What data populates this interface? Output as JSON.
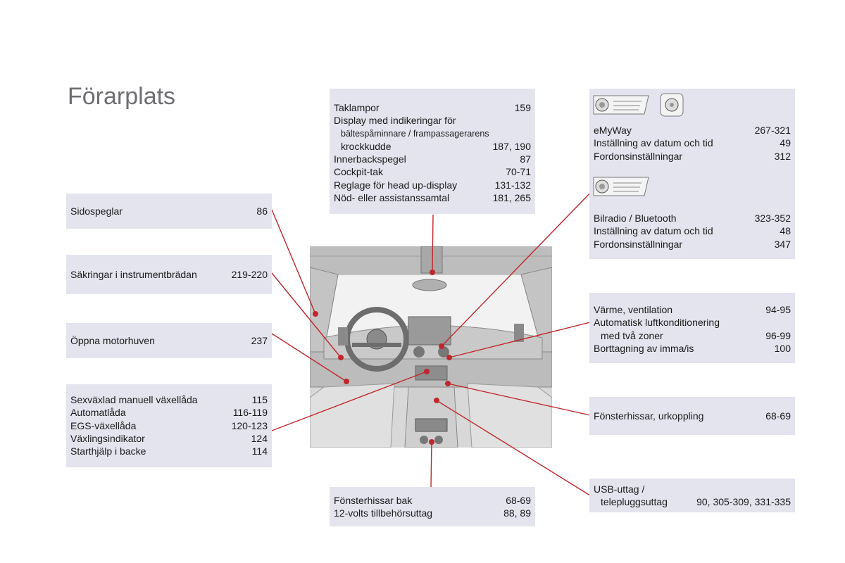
{
  "page": {
    "title": "Förarplats"
  },
  "boxes": {
    "top_center": [
      {
        "label": "Taklampor",
        "page": "159"
      },
      {
        "label": "Display med indikeringar för",
        "page": ""
      },
      {
        "label": "bältespåminnare / frampassagerarens",
        "page": ""
      },
      {
        "label": "krockkudde",
        "page": "187, 190"
      },
      {
        "label": "Innerbackspegel",
        "page": "87"
      },
      {
        "label": "Cockpit-tak",
        "page": "70-71"
      },
      {
        "label": "Reglage för head up-display",
        "page": "131-132"
      },
      {
        "label": "Nöd- eller assistanssamtal",
        "page": "181, 265"
      }
    ],
    "sidospeglar": {
      "label": "Sidospeglar",
      "page": "86"
    },
    "sakringar": {
      "label": "Säkringar i instrumentbrädan",
      "page": "219-220"
    },
    "motorhuven": {
      "label": "Öppna motorhuven",
      "page": "237"
    },
    "vaxellada": [
      {
        "label": "Sexväxlad manuell växellåda",
        "page": "115"
      },
      {
        "label": "Automatlåda",
        "page": "116-119"
      },
      {
        "label": "EGS-växellåda",
        "page": "120-123"
      },
      {
        "label": "Växlingsindikator",
        "page": "124"
      },
      {
        "label": "Starthjälp i backe",
        "page": "114"
      }
    ],
    "bottom_center": [
      {
        "label": "Fönsterhissar bak",
        "page": "68-69"
      },
      {
        "label": "12-volts tillbehörsuttag",
        "page": "88, 89"
      }
    ],
    "emyway": [
      {
        "label": "eMyWay",
        "page": "267-321"
      },
      {
        "label": "Inställning av datum och tid",
        "page": "49"
      },
      {
        "label": "Fordonsinställningar",
        "page": "312"
      }
    ],
    "bilradio": [
      {
        "label": "Bilradio / Bluetooth",
        "page": "323-352"
      },
      {
        "label": "Inställning av datum och tid",
        "page": "48"
      },
      {
        "label": "Fordonsinställningar",
        "page": "347"
      }
    ],
    "varme": [
      {
        "label": "Värme, ventilation",
        "page": "94-95"
      },
      {
        "label": "Automatisk luftkonditionering",
        "page": ""
      },
      {
        "label": "med två zoner",
        "page": "96-99"
      },
      {
        "label": "Borttagning av imma/is",
        "page": "100"
      }
    ],
    "fonsterhissar": {
      "label": "Fönsterhissar, urkoppling",
      "page": "68-69"
    },
    "usb": [
      {
        "label": "USB-uttag /",
        "page": ""
      },
      {
        "label": "telepluggsuttag",
        "page": "90, 305-309, 331-335"
      }
    ]
  },
  "colors": {
    "box_bg": "#e3e4ee",
    "accent": "#c0272d",
    "title": "#6e6e72"
  },
  "icons": [
    "emyway-panel-icon",
    "emyway-joystick-icon",
    "radio-panel-icon"
  ]
}
